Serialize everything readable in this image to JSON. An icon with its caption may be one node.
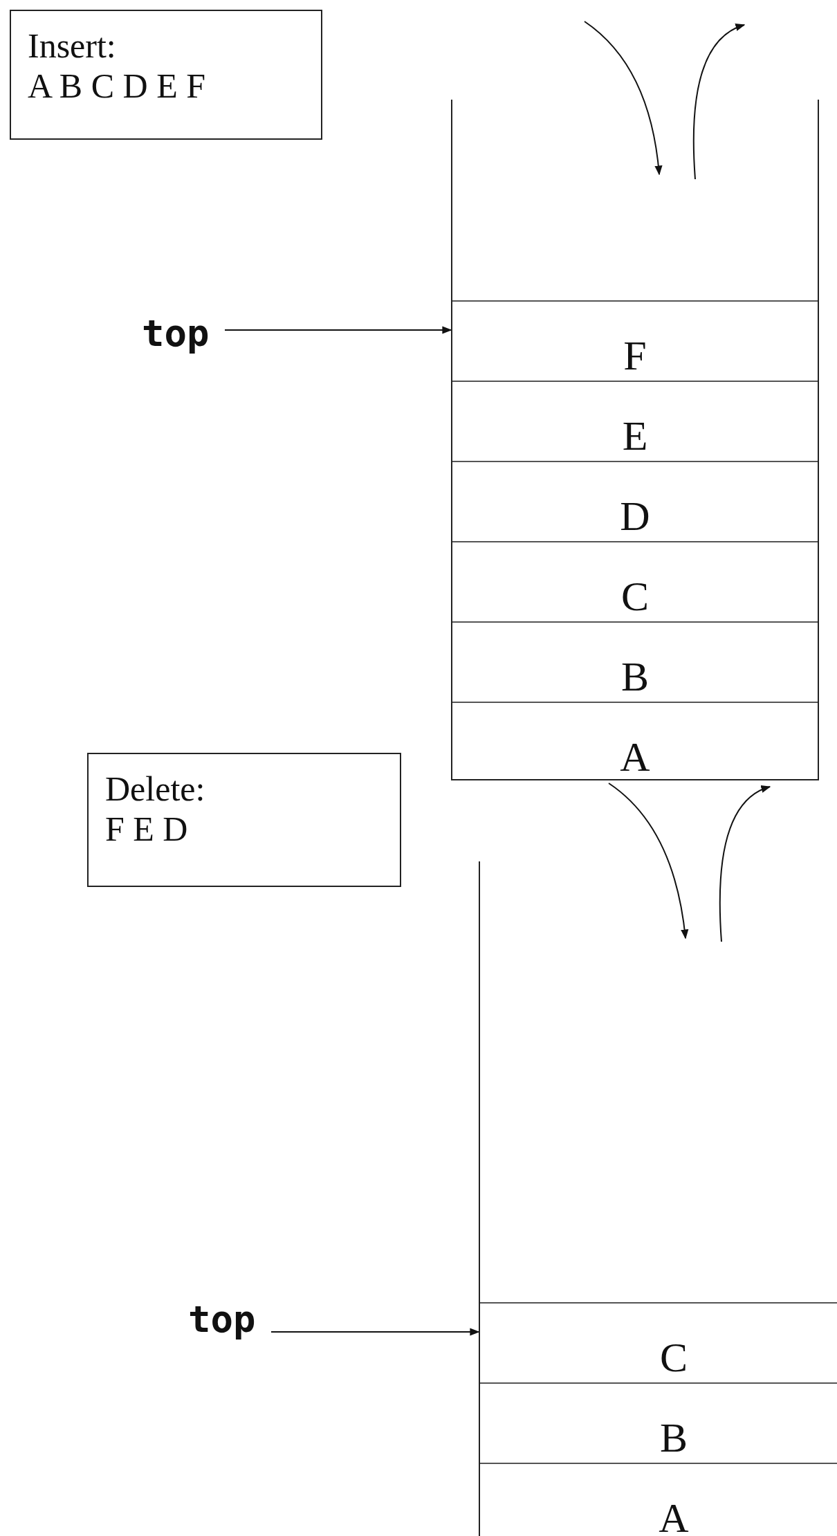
{
  "diagram": {
    "nodes": [
      {
        "text": [
          "Insert:",
          "A B C D E F"
        ]
      },
      {
        "text": [],
        "shape": "box"
      },
      {
        "text": [
          "F"
        ],
        "in": 1
      },
      {
        "text": [
          "E"
        ],
        "in": 1
      },
      {
        "text": [
          "D"
        ],
        "in": 1
      },
      {
        "text": [
          "C"
        ],
        "in": 1
      },
      {
        "text": [
          "B"
        ],
        "in": 1
      },
      {
        "text": [
          "A"
        ],
        "in": 1
      },
      {
        "text": [
          "top"
        ]
      },
      {
        "text": [
          "Delete:",
          "F E D"
        ]
      },
      {
        "text": [],
        "shape": "box"
      },
      {
        "text": [
          "C"
        ],
        "in": 10
      },
      {
        "text": [
          "B"
        ],
        "in": 10
      },
      {
        "text": [
          "A"
        ],
        "in": 10
      },
      {
        "text": [
          "top"
        ]
      }
    ],
    "edges": [
      {
        "from": 8,
        "to": 2,
        "arrow": "to"
      },
      {
        "from": 14,
        "to": 11,
        "arrow": "to"
      }
    ]
  }
}
